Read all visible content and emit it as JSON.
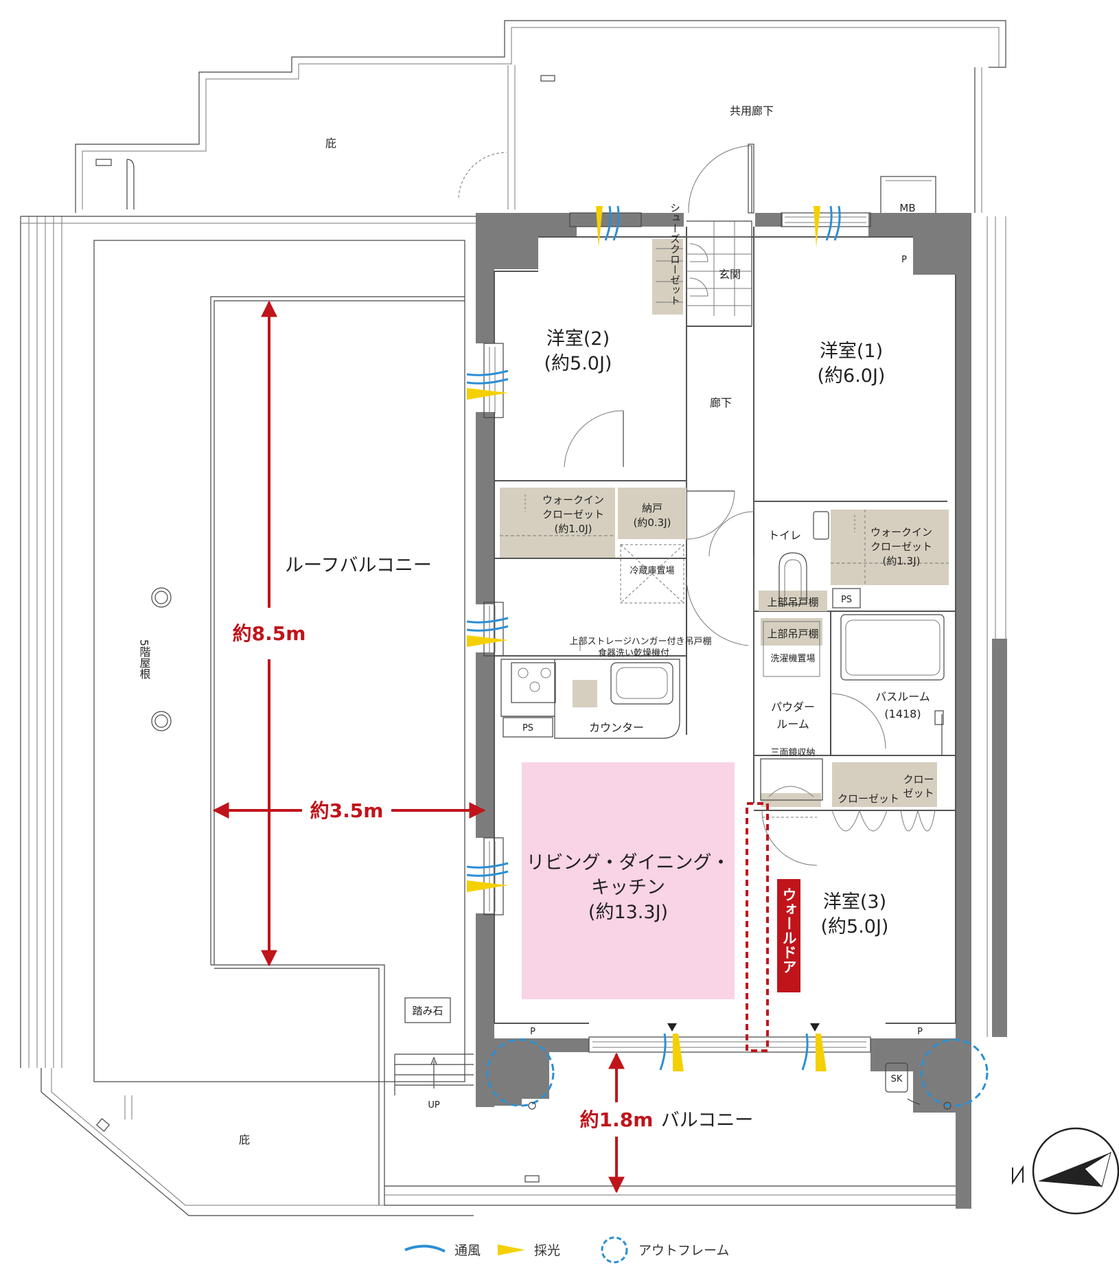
{
  "labels": {
    "hisashi_top": "庇",
    "hisashi_bottom": "庇",
    "common_corridor": "共用廊下",
    "mb": "MB",
    "roof_5f": "5階屋根",
    "roof_balcony": "ルーフバルコニー",
    "step_stone": "踏み石",
    "up": "UP",
    "balcony": "バルコニー",
    "shoe_closet": "シューズクローゼット",
    "genkan": "玄関",
    "western2_name": "洋室(2)",
    "western2_size": "(約5.0J)",
    "western1_name": "洋室(1)",
    "western1_size": "(約6.0J)",
    "rouka": "廊下",
    "wic1_name": "ウォークイン",
    "wic1_name2": "クローゼット",
    "wic1_size": "(約1.0J)",
    "nando_name": "納戸",
    "nando_size": "(約0.3J)",
    "fridge": "冷蔵庫置場",
    "toilet": "トイレ",
    "wic2_name": "ウォークイン",
    "wic2_name2": "クローゼット",
    "wic2_size": "(約1.3J)",
    "ps_a": "PS",
    "ps_b": "PS",
    "upper_cab1": "上部吊戸棚",
    "upper_cab2": "上部吊戸棚",
    "laundry": "洗濯機置場",
    "storage_note1": "上部ストレージハンガー付き吊戸棚",
    "storage_note2": "食器洗い乾燥機付",
    "counter": "カウンター",
    "bath_name": "バスルーム",
    "bath_size": "(1418)",
    "powder1": "パウダー",
    "powder2": "ルーム",
    "mirror": "三面鏡収納",
    "closet_a": "クローゼット",
    "closet_b1": "クロー",
    "closet_b2": "ゼット",
    "ldk1": "リビング・ダイニング・",
    "ldk2": "キッチン",
    "ldk_size": "(約13.3J)",
    "western3_name": "洋室(3)",
    "western3_size": "(約5.0J)",
    "wall_door": "ウォールドア",
    "p1": "P",
    "p2": "P",
    "p3": "P",
    "sk": "SK"
  },
  "dimensions": {
    "length_a": "約8.5m",
    "width_a": "約3.5m",
    "balcony_depth": "約1.8m"
  },
  "legend": {
    "wind": "通風",
    "light": "採光",
    "outframe": "アウトフレーム"
  },
  "colors": {
    "wall": "#7c7c7c",
    "storage": "#d6cfbf",
    "ldk": "#f9d3e6",
    "dimension": "#c0141b",
    "wind": "#2b8fd4",
    "light": "#f4d000",
    "outframe": "#2b8fd4"
  }
}
